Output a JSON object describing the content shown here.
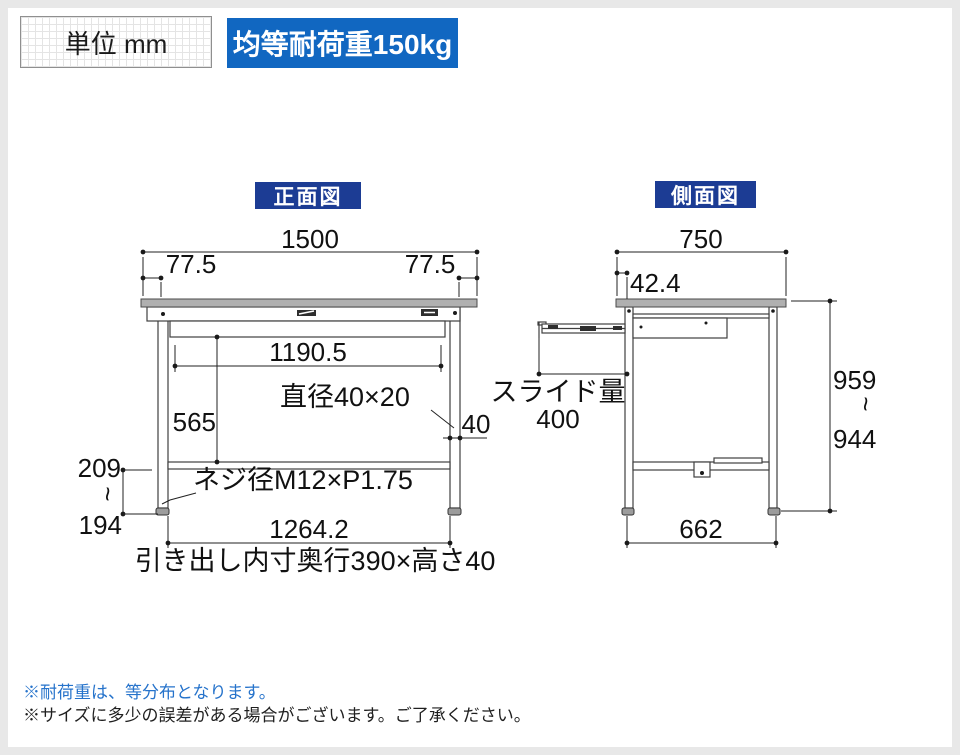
{
  "header": {
    "unit_label": "単位 mm",
    "load_badge": "均等耐荷重150kg"
  },
  "front_view": {
    "title": "正面図",
    "dim_total_width": "1500",
    "dim_left_overhang": "77.5",
    "dim_right_overhang": "77.5",
    "dim_inner_top": "1190.5",
    "dim_leg_height": "565",
    "label_leg_size": "直径40×20",
    "dim_leg_width": "40",
    "label_screw": "ネジ径M12×P1.75",
    "dim_foot_max": "209",
    "dim_foot_tilde": "~",
    "dim_foot_min": "194",
    "dim_inner_width": "1264.2",
    "label_drawer_inner": "引き出し内寸奥行390×高さ40"
  },
  "side_view": {
    "title": "側面図",
    "dim_total_depth": "750",
    "dim_front_overhang": "42.4",
    "label_slide": "スライド量",
    "dim_slide": "400",
    "dim_height_max": "959",
    "dim_height_tilde": "~",
    "dim_height_min": "944",
    "dim_leg_span": "662"
  },
  "notes": {
    "note_load": "※耐荷重は、等分布となります。",
    "note_size": "※サイズに多少の誤差がある場合がございます。ご了承ください。"
  },
  "colors": {
    "badge_blue": "#1167c1",
    "title_navy": "#1c3c94",
    "note_blue": "#2673cb",
    "line": "#3f3f3f",
    "tabletop_gray": "#b0b0b0"
  }
}
